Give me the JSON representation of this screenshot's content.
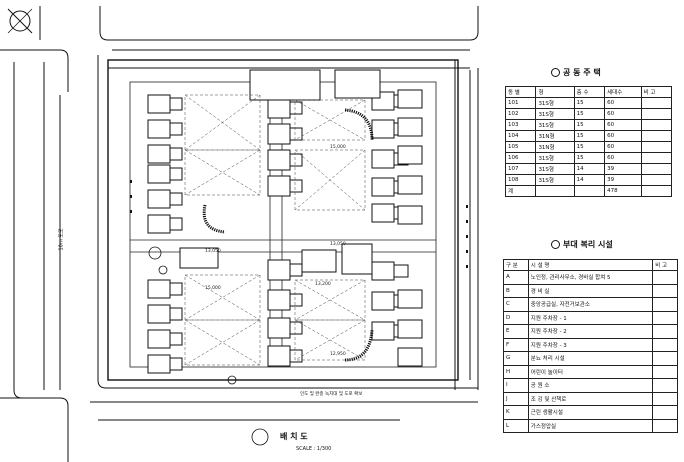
{
  "site_title": "배 치 도",
  "scale_label": "SCALE : 1/300",
  "west_road_label": "10m 도로",
  "south_road_label": "인도 및 완충 녹지대 및 도로 확보",
  "housing_table": {
    "title": "공 동 주 택",
    "headers": [
      "동 별",
      "형",
      "층 수",
      "세대수",
      "비 고"
    ],
    "rows": [
      [
        "101",
        "31S형",
        "15",
        "60",
        ""
      ],
      [
        "102",
        "31S형",
        "15",
        "60",
        ""
      ],
      [
        "103",
        "31S형",
        "15",
        "60",
        ""
      ],
      [
        "104",
        "31N형",
        "15",
        "60",
        ""
      ],
      [
        "105",
        "31N형",
        "15",
        "60",
        ""
      ],
      [
        "106",
        "31S형",
        "15",
        "60",
        ""
      ],
      [
        "107",
        "31S형",
        "14",
        "39",
        ""
      ],
      [
        "108",
        "31S형",
        "14",
        "39",
        ""
      ]
    ],
    "total_label": "계",
    "total_value": "478"
  },
  "facility_table": {
    "title": "부대 복리 시설",
    "headers": [
      "구 분",
      "시 설 명",
      "비 고"
    ],
    "rows": [
      [
        "A",
        "노인정, 관리사무소, 경비실 합쳐 5",
        ""
      ],
      [
        "B",
        "경 비 실",
        ""
      ],
      [
        "C",
        "중앙공급실, 자전거보관소",
        ""
      ],
      [
        "D",
        "지원 주차장 - 1",
        ""
      ],
      [
        "E",
        "지원 주차장 - 2",
        ""
      ],
      [
        "F",
        "지원 주차장 - 3",
        ""
      ],
      [
        "G",
        "분뇨 처리 시설",
        ""
      ],
      [
        "H",
        "어린이 놀이터",
        ""
      ],
      [
        "I",
        "공 원 소",
        ""
      ],
      [
        "J",
        "조 깅 및 산책로",
        ""
      ],
      [
        "K",
        "근린 생활시설",
        ""
      ],
      [
        "L",
        "가스정압실",
        ""
      ]
    ]
  },
  "dims": [
    "15,000",
    "13,050",
    "15,000",
    "13,050",
    "13,200",
    "12,950"
  ]
}
